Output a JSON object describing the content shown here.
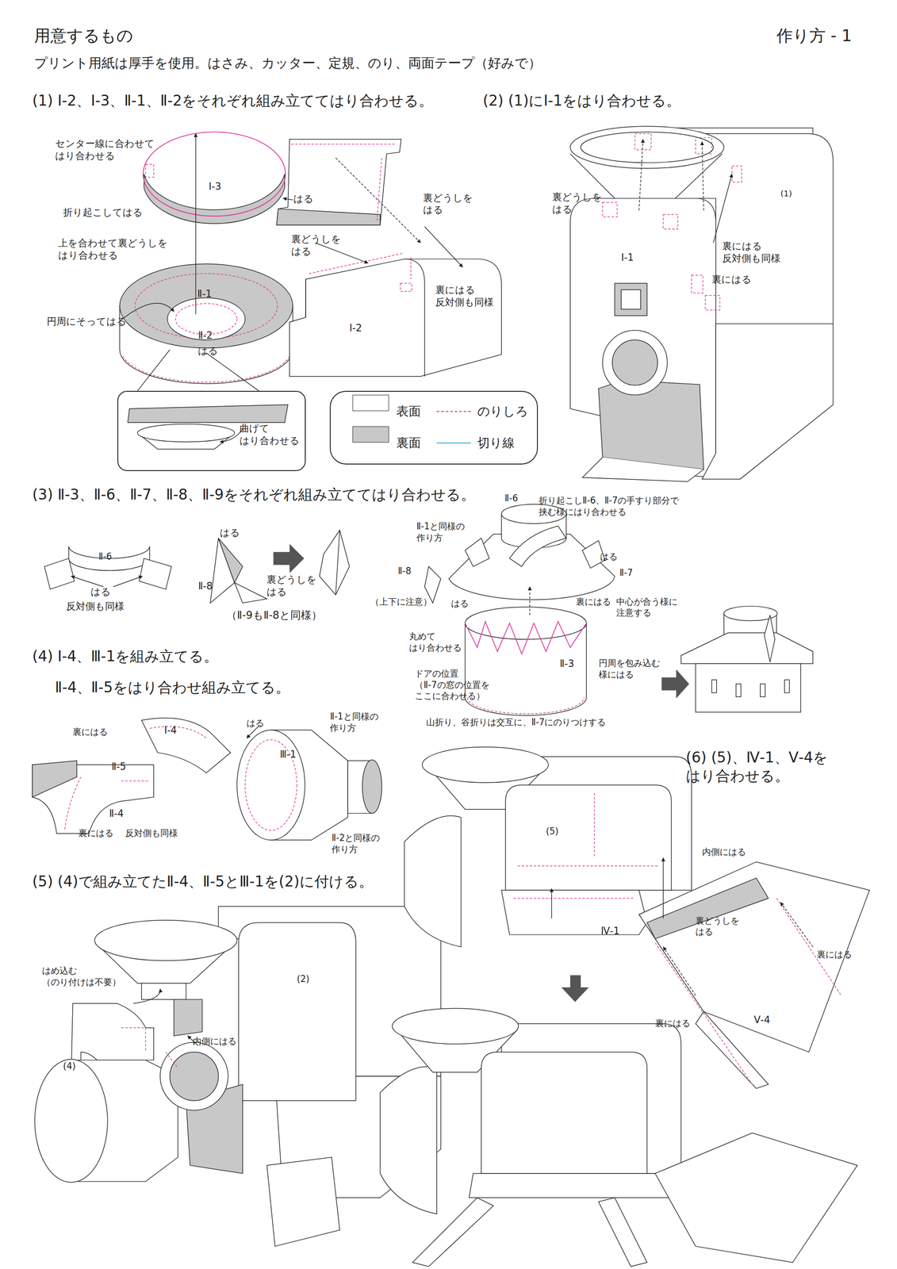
{
  "diagram": {
    "title": "作り方 - 1",
    "nodes": [
      {
        "text": [
          "曲げて はり合わせる"
        ]
      }
    ],
    "labels": [
      "用意するもの",
      "プリント用紙は厚手を使用。はさみ、カッター、定規、のり、両面テープ（好みで）",
      "(1) Ⅰ-2、Ⅰ-3、Ⅱ-1、Ⅱ-2をそれぞれ組み立ててはり合わせる。",
      "(2) (1)にⅠ-1をはり合わせる。",
      "センター線に合わせて はり合わせる",
      "Ⅰ-3",
      "はる",
      "裏どうしを はる",
      "折り起こしてはる",
      "上を合わせて裏どうしを はり合わせる",
      "裏どうしを はる",
      "Ⅱ-1",
      "裏にはる 反対側も同様",
      "円周にそってはる",
      "Ⅱ-2",
      "はる",
      "Ⅰ-2",
      "裏どうしを はる",
      "(1)",
      "Ⅰ-1",
      "裏にはる 反対側も同様",
      "裏にはる",
      "(3) Ⅱ-3、Ⅱ-6、Ⅱ-7、Ⅱ-8、Ⅱ-9をそれぞれ組み立ててはり合わせる。",
      "Ⅱ-6",
      "はる",
      "反対側も同様",
      "はる",
      "Ⅱ-8",
      "裏どうしを はる",
      "（Ⅱ-9もⅡ-8と同様）",
      "Ⅱ-6",
      "折り起こしⅡ-6、Ⅱ-7の手すり部分で 挟む様にはり合わせる",
      "Ⅱ-1と同様の 作り方",
      "はる",
      "Ⅱ-8",
      "Ⅱ-7",
      "（上下に注意）",
      "はる",
      "裏にはる",
      "中心が合う様に 注意する",
      "丸めて はり合わせる",
      "Ⅱ-3",
      "円周を包み込む 様にはる",
      "ドアの位置 （Ⅱ-7の窓の位置を ここに合わせる）",
      "山折り、谷折りは交互に、Ⅱ-7にのりつけする",
      "(4) Ⅰ-4、Ⅲ-1を組み立てる。",
      "Ⅱ-4、Ⅱ-5をはり合わせ組み立てる。",
      "裏にはる",
      "Ⅰ-4",
      "はる",
      "Ⅱ-1と同様の 作り方",
      "Ⅲ-1",
      "Ⅱ-5",
      "Ⅱ-4",
      "裏にはる",
      "反対側も同様",
      "Ⅱ-2と同様の 作り方",
      "(5) (4)で組み立てたⅡ-4、Ⅱ-5とⅢ-1を(2)に付ける。",
      "はめ込む （のり付けは不要）",
      "(2)",
      "内側にはる",
      "(4)",
      "(6) (5)、Ⅳ-1、Ⅴ-4を はり合わせる。",
      "(5)",
      "内側にはる",
      "裏どうしを はる",
      "Ⅳ-1",
      "裏にはる",
      "Ⅴ-4",
      "裏にはる"
    ],
    "legend": [
      {
        "text": "表面",
        "color": "#ffffff"
      },
      {
        "text": "裏面",
        "color": "#c8c8c8"
      },
      {
        "text": "のりしろ"
      },
      {
        "text": "切り線"
      }
    ]
  }
}
